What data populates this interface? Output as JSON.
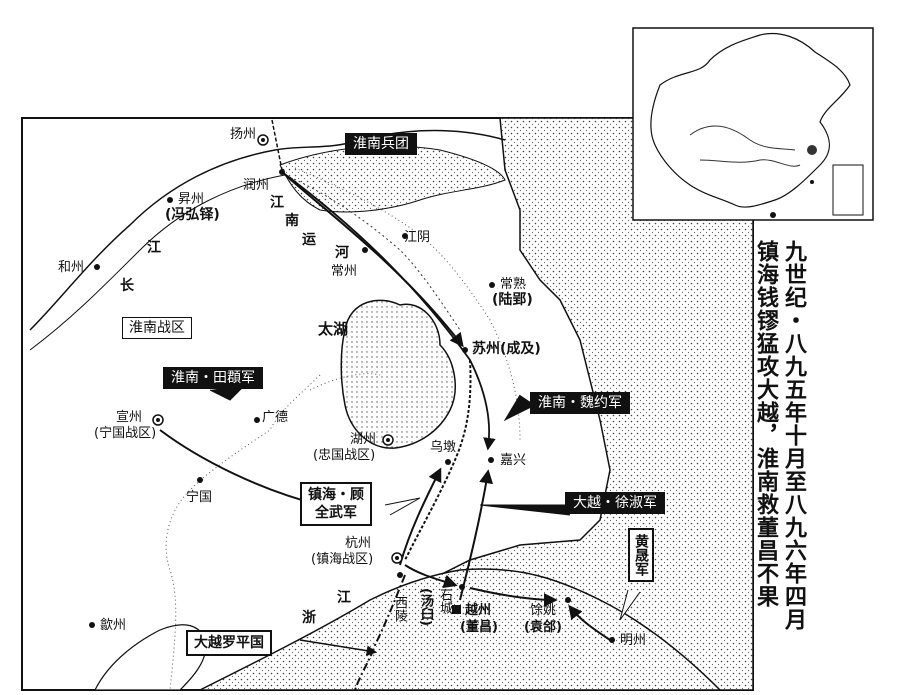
{
  "map": {
    "title_vertical": [
      "九世纪・八九五年十月至八九六年四月",
      "镇海钱镠猛攻大越，淮南救董昌不果"
    ],
    "places": {
      "yangzhou": "扬州",
      "runzhou": "润州",
      "shengzhou": "昇州",
      "shengzhou_note": "(冯弘铎)",
      "hezhou": "和州",
      "jiangyin": "江阴",
      "changzhou": "常州",
      "changshu": "常熟",
      "changshu_note": "(陆郢)",
      "suzhou": "苏州(成及)",
      "xuanzhou": "宣州",
      "xuanzhou_note": "(宁国战区)",
      "guangde": "广德",
      "ningguo": "宁国",
      "huzhou": "湖州",
      "huzhou_note": "(忠国战区)",
      "wudun": "乌墩",
      "jiaxing": "嘉兴",
      "hangzhou": "杭州",
      "hangzhou_note": "(镇海战区)",
      "xiling": "西陵",
      "shicheng": "石城",
      "shicheng_note": "(汤臼)",
      "yuezhou": "越州",
      "yuezhou_note": "(董昌)",
      "yuyao": "馀姚",
      "yuyao_note": "(袁郃)",
      "mingzhou": "明州",
      "shezhou": "歙州",
      "taihu": "太湖"
    },
    "rivers": {
      "changjiang": [
        "江",
        "长"
      ],
      "jiangnan_canal": [
        "江",
        "南",
        "运",
        "河"
      ],
      "zhejiang": [
        "江",
        "浙"
      ]
    },
    "tags": {
      "huainan_bingtuan": "淮南兵团",
      "huainan_zone": "淮南战区",
      "tian_jun": "淮南・田頵军",
      "wei_jun": "淮南・魏约军",
      "zhenhai_gu": [
        "镇海・顾",
        "全武军"
      ],
      "dayue_xu": "大越・徐淑军",
      "huang_jun": "黄晟军",
      "dayue_state": "大越罗平国"
    }
  }
}
